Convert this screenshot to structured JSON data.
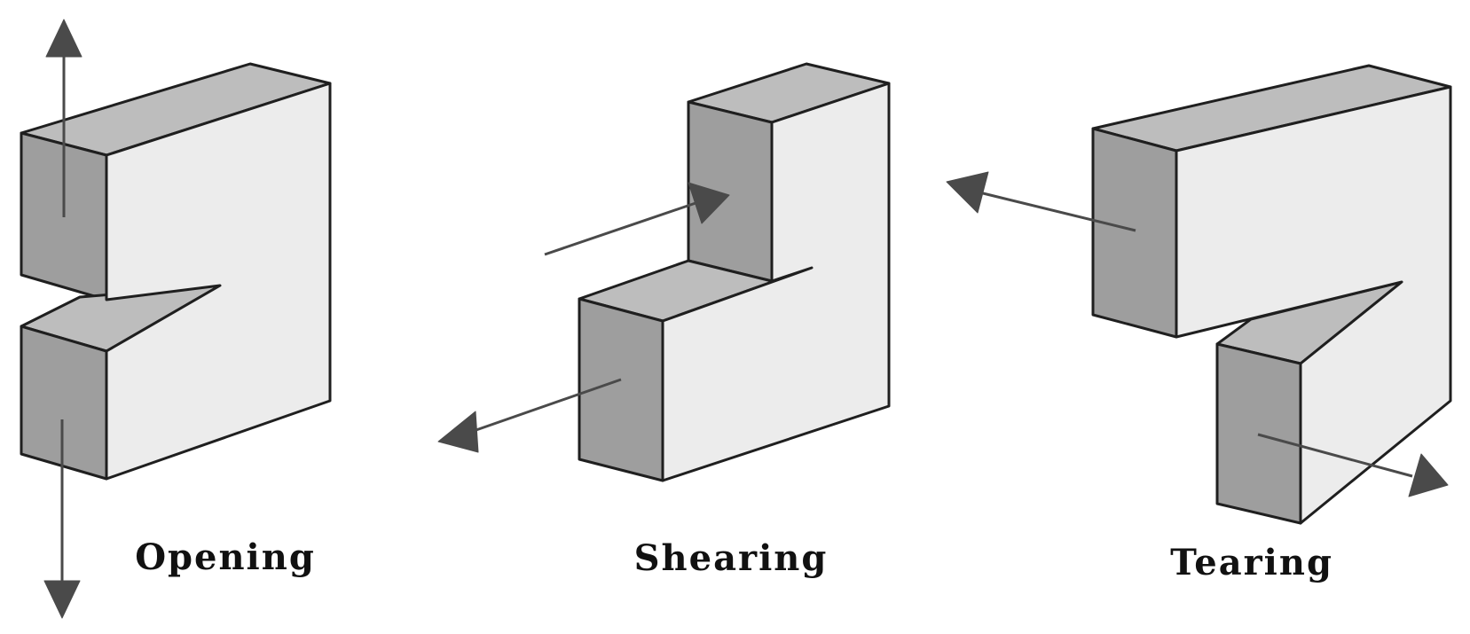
{
  "diagram": {
    "modes": [
      {
        "label": "Opening"
      },
      {
        "label": "Shearing"
      },
      {
        "label": "Tearing"
      }
    ]
  },
  "colors": {
    "side_face": "#9e9e9e",
    "top_face": "#bdbdbd",
    "front_face": "#ececec",
    "outline": "#1f1f1f",
    "arrow": "#4a4a4a"
  },
  "icons": [
    "arrow-up-icon",
    "arrow-down-icon",
    "arrow-right-icon",
    "arrow-left-icon"
  ]
}
